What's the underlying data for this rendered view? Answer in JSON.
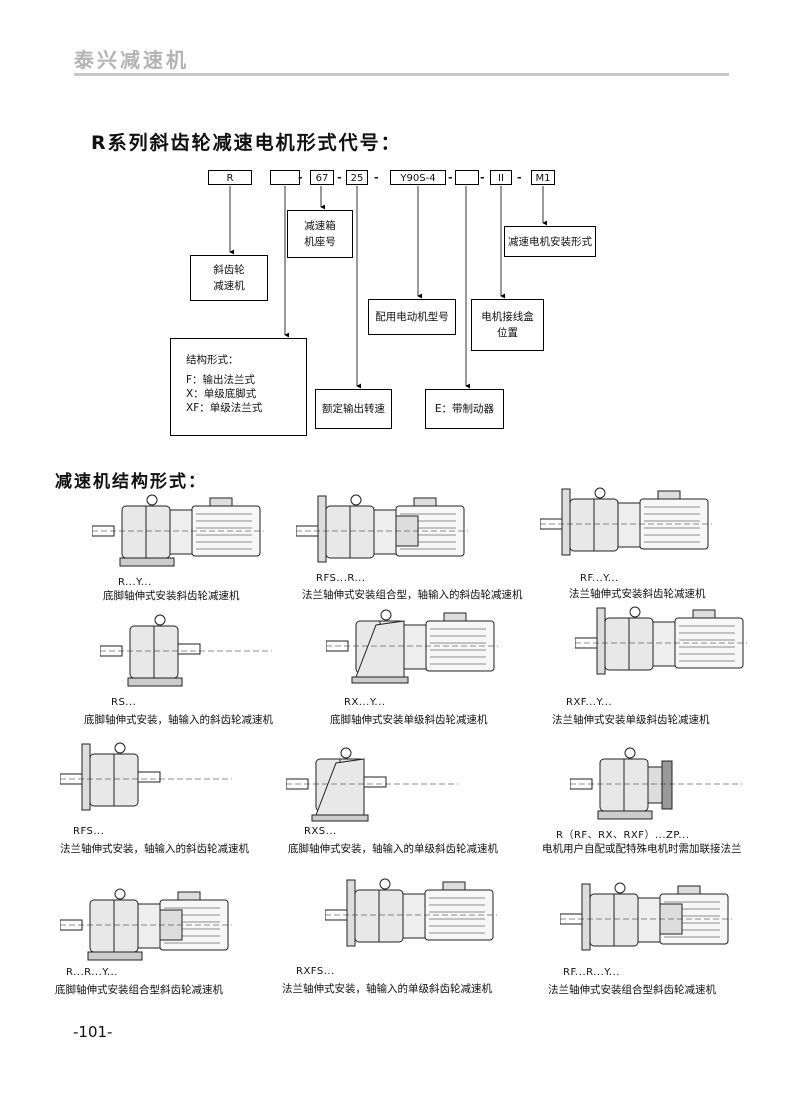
{
  "header": {
    "brand": "泰兴减速机"
  },
  "title": "R系列斜齿轮减速电机形式代号：",
  "code": {
    "boxes": [
      "R",
      "",
      "67",
      "25",
      "Y90S-4",
      "",
      "II",
      "M1"
    ],
    "dash": "-"
  },
  "labels": {
    "box_mount": [
      "减速箱",
      "机座号"
    ],
    "helical": [
      "斜齿轮",
      "减速机"
    ],
    "motor_install": "减速电机安装形式",
    "motor_model": "配用电动机型号",
    "junction": [
      "电机接线盒",
      "位置"
    ],
    "structure_title": "结构形式：",
    "structure_items": [
      "F：输出法兰式",
      "X：单级底脚式",
      "XF：单级法兰式"
    ],
    "speed": "额定输出转速",
    "brake": "E：带制动器"
  },
  "section_title": "减速机结构形式：",
  "diagrams": [
    {
      "code": "R...Y...",
      "desc": "底脚轴伸式安装斜齿轮减速机"
    },
    {
      "code": "RFS...R...",
      "desc": "法兰轴伸式安装组合型，轴输入的斜齿轮减速机"
    },
    {
      "code": "RF...Y...",
      "desc": "法兰轴伸式安装斜齿轮减速机"
    },
    {
      "code": "RS...",
      "desc": "底脚轴伸式安装，轴输入的斜齿轮减速机"
    },
    {
      "code": "RX...Y...",
      "desc": "底脚轴伸式安装单级斜齿轮减速机"
    },
    {
      "code": "RXF...Y...",
      "desc": "法兰轴伸式安装单级斜齿轮减速机"
    },
    {
      "code": "RFS...",
      "desc": "法兰轴伸式安装，轴输入的斜齿轮减速机"
    },
    {
      "code": "RXS...",
      "desc": "底脚轴伸式安装，轴输入的单级斜齿轮减速机"
    },
    {
      "code": "R（RF、RX、RXF）...ZP...",
      "desc": "电机用户自配或配特殊电机时需加联接法兰"
    },
    {
      "code": "R...R...Y...",
      "desc": "底脚轴伸式安装组合型斜齿轮减速机"
    },
    {
      "code": "RXFS...",
      "desc": "法兰轴伸式安装，轴输入的单级斜齿轮减速机"
    },
    {
      "code": "RF...R...Y...",
      "desc": "法兰轴伸式安装组合型斜齿轮减速机"
    }
  ],
  "page_number": "-101-"
}
